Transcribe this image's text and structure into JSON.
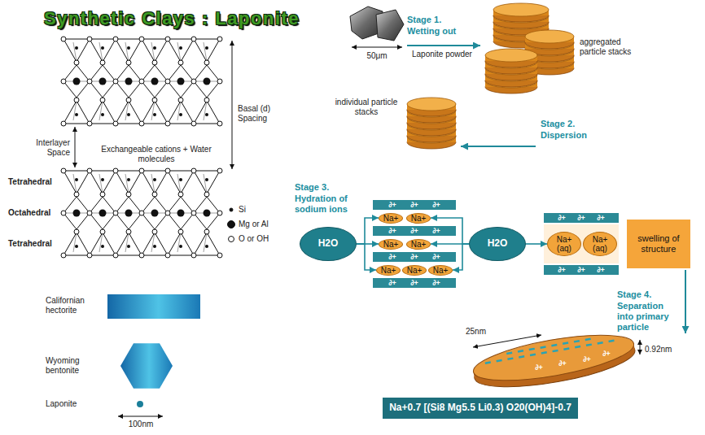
{
  "diagram": {
    "title": "Synthetic Clays : Laponite",
    "nodes": [
      {
        "text": [
          "H2O"
        ]
      },
      {
        "text": [
          "Na+"
        ]
      },
      {
        "text": [
          "Na+"
        ]
      },
      {
        "text": [
          "Na+"
        ]
      },
      {
        "text": [
          "Na+"
        ]
      },
      {
        "text": [
          "Na+"
        ]
      },
      {
        "text": [
          "Na+"
        ]
      },
      {
        "text": [
          "Na+"
        ]
      },
      {
        "text": [
          "H2O"
        ]
      },
      {
        "text": [
          "Na+ (aq)"
        ]
      },
      {
        "text": [
          "Na+ (aq)"
        ]
      },
      {
        "text": [
          "swelling of structure"
        ]
      },
      {
        "text": [
          "Na+0.7 [(Si8 Mg5.5 Li0.3) O20(OH)4]-0.7"
        ]
      }
    ],
    "edges": [
      {
        "from": 0,
        "to": 1,
        "arrow": "to"
      },
      {
        "from": 0,
        "to": 3,
        "arrow": "to"
      },
      {
        "from": 0,
        "to": 5,
        "arrow": "to"
      },
      {
        "from": 8,
        "to": 2,
        "arrow": "to"
      },
      {
        "from": 8,
        "to": 4,
        "arrow": "to"
      },
      {
        "from": 8,
        "to": 7,
        "arrow": "to"
      },
      {
        "from": 8,
        "to": 9,
        "arrow": "to"
      }
    ],
    "labels": [
      "Basal (d) Spacing",
      "Interlayer Space",
      "Exchangeable cations + Water molecules",
      "Tetrahedral",
      "Octahedral",
      "Tetrahedral",
      "Californian hectorite",
      "Wyoming bentonite",
      "Laponite",
      "100nm",
      "50μm",
      "Stage 1.",
      "Wetting out",
      "Laponite powder",
      "aggregated particle stacks",
      "Stage 2.",
      "Dispersion",
      "individual particle stacks",
      "Stage 3.",
      "Hydration of sodium ions",
      "∂+",
      "∂+",
      "∂+",
      "∂+",
      "∂+",
      "∂+",
      "∂+",
      "∂+",
      "∂+",
      "∂+",
      "∂+",
      "∂+",
      "∂+",
      "∂+",
      "∂+",
      "∂+",
      "∂+",
      "∂+",
      "∂+",
      "∂+",
      "∂+",
      "∂+",
      "Stage 4.",
      "Separation into primary particle",
      "25nm",
      "0.92nm"
    ],
    "legend": [
      {
        "text": "Si"
      },
      {
        "text": "Mg or Al"
      },
      {
        "text": "O or OH"
      }
    ]
  }
}
